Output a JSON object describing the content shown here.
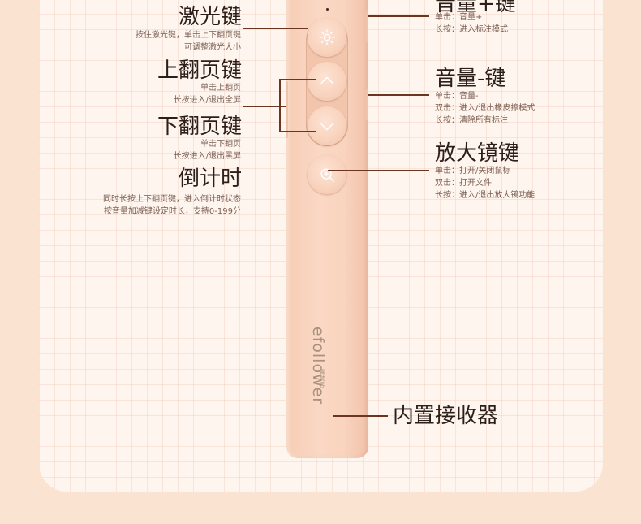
{
  "left_labels": [
    {
      "title": "激光键",
      "lines": [
        "按住激光键，单击上下翻页键",
        "可调整激光大小"
      ]
    },
    {
      "title": "上翻页键",
      "lines": [
        "单击上翻页",
        "长按进入/退出全屏"
      ]
    },
    {
      "title": "下翻页键",
      "lines": [
        "单击下翻页",
        "长按进入/退出黑屏"
      ]
    },
    {
      "title": "倒计时",
      "lines": [
        "同时长按上下翻页键，进入倒计时状态",
        "按音量加减键设定时长，支持0-199分"
      ]
    }
  ],
  "right_labels": [
    {
      "title": "音量+键",
      "lines": [
        "单击：音量+",
        "长按：进入标注模式"
      ]
    },
    {
      "title": "音量-键",
      "lines": [
        "单击：音量-",
        "双击：进入/退出橡皮擦模式",
        "长按：清除所有标注"
      ]
    },
    {
      "title": "放大镜键",
      "lines": [
        "单击：打开/关闭鼠标",
        "双击：打开文件",
        "长按：进入/退出放大镜功能"
      ]
    }
  ],
  "receiver_label": "内置接收器",
  "brand": {
    "name": "efollower",
    "sub": "翼梵客"
  },
  "icons": {
    "laser": "laser-sun-icon",
    "up": "chevron-up-icon",
    "down": "chevron-down-icon",
    "magnifier": "magnifier-plus-icon"
  },
  "colors": {
    "line": "#6b3621",
    "device": "#f8d3bd",
    "background": "#fbe3d1"
  }
}
